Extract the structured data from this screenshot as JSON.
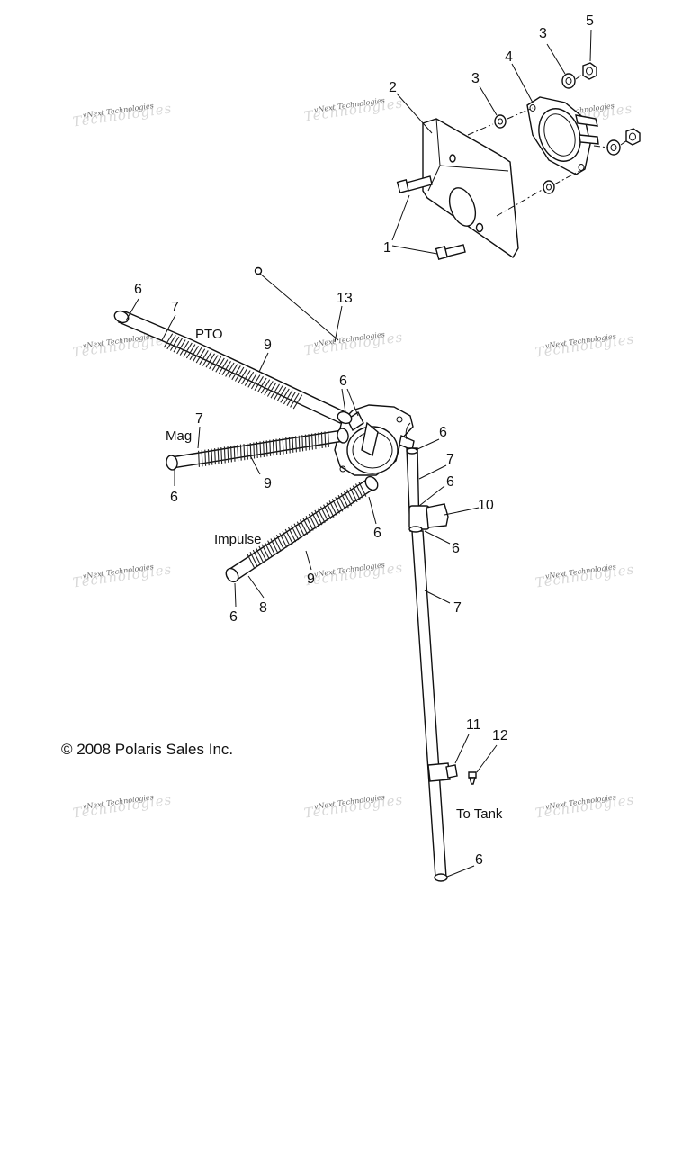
{
  "callouts": {
    "c1": "1",
    "c2": "2",
    "c3a": "3",
    "c3b": "3",
    "c4": "4",
    "c5": "5",
    "c13": "13",
    "c6_pto": "6",
    "c7_pto": "7",
    "c9_pto": "9",
    "c6_pump": "6",
    "c7_mag": "7",
    "c6_mag": "6",
    "c9_mag": "9",
    "c6_imp_pump": "6",
    "c9_imp": "9",
    "c8": "8",
    "c6_imp": "6",
    "c6_r1": "6",
    "c7_r1": "7",
    "c6_r2": "6",
    "c10": "10",
    "c6_r3": "6",
    "c7_r2": "7",
    "c11": "11",
    "c12": "12",
    "c6_bottom": "6"
  },
  "labels": {
    "pto": "PTO",
    "mag": "Mag",
    "impulse": "Impulse",
    "to_tank": "To Tank"
  },
  "copyright": "© 2008 Polaris Sales Inc.",
  "watermark": {
    "line1": "vNext Technologies",
    "line2": "Technologies"
  }
}
